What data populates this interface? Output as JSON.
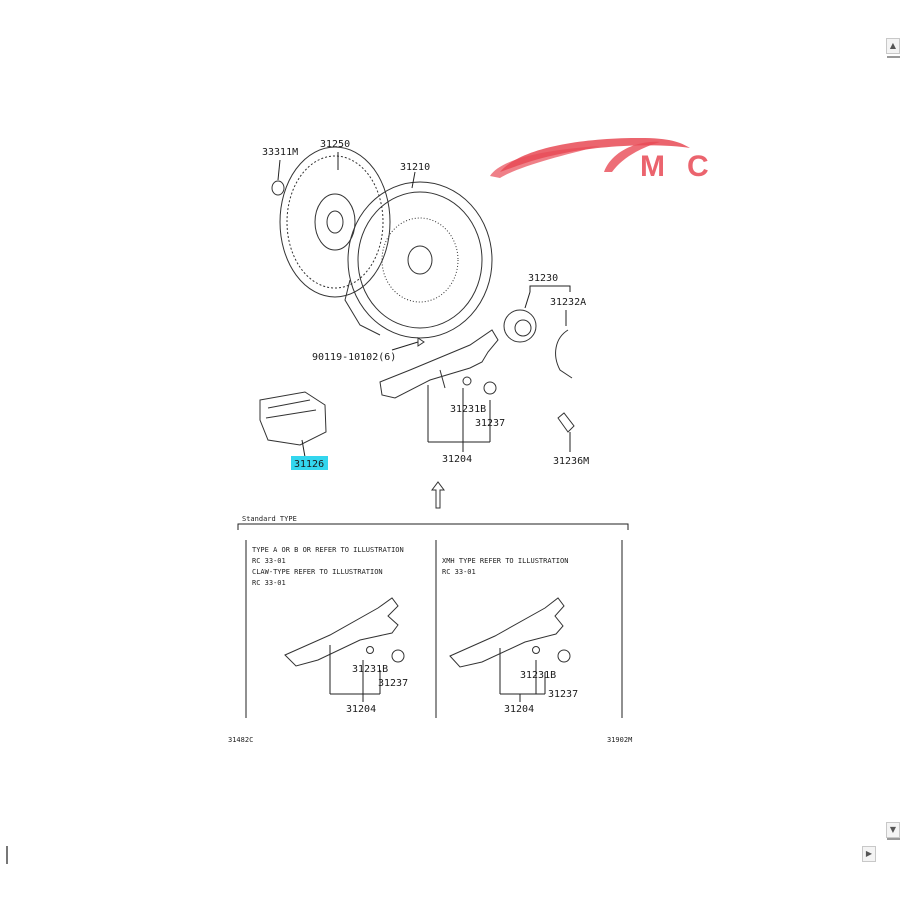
{
  "watermark": {
    "text": "MC",
    "color": "#e84a55"
  },
  "diagram": {
    "parts": {
      "p33311m": "33311M",
      "p31250": "31250",
      "p31210": "31210",
      "p31230": "31230",
      "p31232a": "31232A",
      "p90119": "90119-10102(6)",
      "p31231b": "31231B",
      "p31237": "31237",
      "p31126": "31126",
      "p31204": "31204",
      "p31236m": "31236M"
    },
    "variant_header": "Standard TYPE",
    "variant_left": {
      "note1": "TYPE A OR B OR REFER TO ILLUSTRATION",
      "note2": "RC 33-01",
      "note3": "CLAW-TYPE REFER TO ILLUSTRATION",
      "note4": "RC 33-01",
      "p31231b": "31231B",
      "p31237": "31237",
      "p31204": "31204"
    },
    "variant_right": {
      "note1": "XMH     TYPE REFER TO ILLUSTRATION",
      "note2": "RC 33-01",
      "p31231b": "31231B",
      "p31237": "31237",
      "p31204": "31204"
    },
    "footer_left": "31482C",
    "footer_right": "31902M"
  },
  "icons": {
    "scroll_up": "triangle-up-icon",
    "scroll_down": "triangle-down-icon",
    "scroll_right": "triangle-right-icon"
  }
}
